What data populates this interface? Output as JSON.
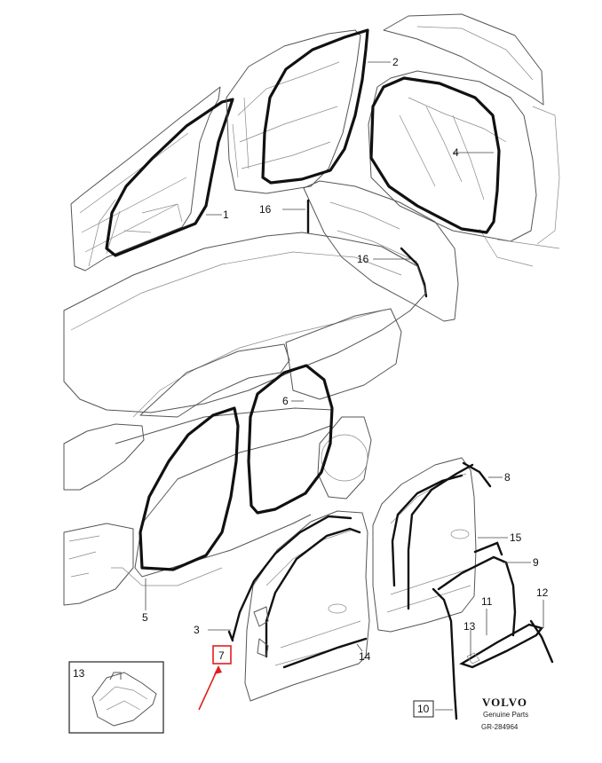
{
  "callouts": {
    "c1": "1",
    "c2": "2",
    "c3": "3",
    "c4": "4",
    "c5": "5",
    "c6": "6",
    "c7": "7",
    "c8": "8",
    "c9": "9",
    "c10": "10",
    "c11": "11",
    "c12": "12",
    "c13": "13",
    "c13_inset": "13",
    "c14": "14",
    "c15": "15",
    "c16a": "16",
    "c16b": "16"
  },
  "footer": {
    "brand": "VOLVO",
    "tagline": "Genuine Parts",
    "reference": "GR-284964"
  },
  "colors": {
    "seal": "#111111",
    "outline": "#555555",
    "highlight": "#e0201c"
  },
  "highlighted_callout": "7"
}
